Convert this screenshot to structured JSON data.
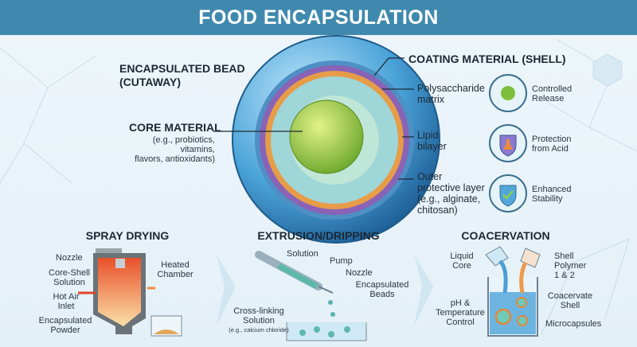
{
  "title": "FOOD ENCAPSULATION",
  "bead": {
    "heading": [
      "ENCAPSULATED BEAD",
      "(CUTAWAY)"
    ],
    "core_title": "CORE MATERIAL",
    "core_desc": [
      "(e.g., probiotics, vitamins,",
      "flavors, antioxidants)"
    ],
    "shell_title": "COATING MATERIAL (SHELL)",
    "layers": [
      {
        "lines": [
          "Polysaccharide",
          "matrix"
        ]
      },
      {
        "lines": [
          "Lipid",
          "bilayer"
        ]
      },
      {
        "lines": [
          "Outer",
          "protective layer",
          "(e.g., alginate,",
          "chitosan)"
        ]
      }
    ]
  },
  "benefits": [
    {
      "icon": "controlled-release-icon",
      "lines": [
        "Controlled",
        "Release"
      ]
    },
    {
      "icon": "acid-shield-icon",
      "lines": [
        "Protection",
        "from Acid"
      ]
    },
    {
      "icon": "check-shield-icon",
      "lines": [
        "Enhanced",
        "Stability"
      ]
    }
  ],
  "methods": {
    "spray": {
      "title": "SPRAY DRYING",
      "nozzle": "Nozzle",
      "solution": [
        "Core-Shell",
        "Solution"
      ],
      "heated": [
        "Heated",
        "Chamber"
      ],
      "air": [
        "Hot Air",
        "Inlet"
      ],
      "powder": [
        "Encapsulated",
        "Powder"
      ]
    },
    "extrusion": {
      "title": "EXTRUSION/DRIPPING",
      "solution": "Solution",
      "pump": "Pump",
      "nozzle": "Nozzle",
      "beads": [
        "Encapsulated",
        "Beads"
      ],
      "bath": [
        "Cross-linking",
        "Solution"
      ],
      "bath_eg": "(e.g., calcium chloride)"
    },
    "coacervation": {
      "title": "COACERVATION",
      "core": [
        "Liquid",
        "Core"
      ],
      "polymer": [
        "Shell",
        "Polymer",
        "1 & 2"
      ],
      "ph": [
        "pH &",
        "Temperature",
        "Control"
      ],
      "shell": [
        "Coacervate",
        "Shell"
      ],
      "micro": "Microcapsules"
    }
  },
  "colors": {
    "header": "#3f89ae",
    "core": "#8cc63f",
    "outer": "#4aa3d8"
  }
}
